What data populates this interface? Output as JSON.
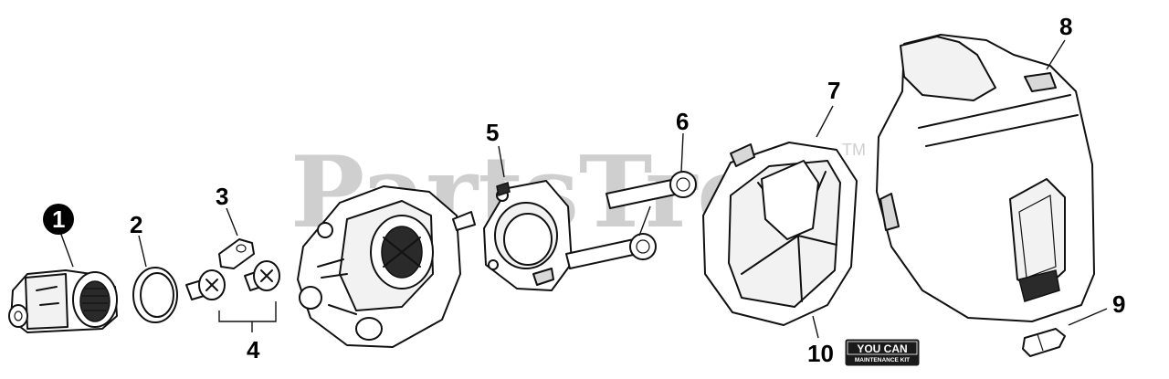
{
  "watermark": {
    "text": "PartsTree",
    "trademark": "TM"
  },
  "callouts": [
    {
      "id": "1",
      "style": "filled-circle"
    },
    {
      "id": "2"
    },
    {
      "id": "3"
    },
    {
      "id": "4"
    },
    {
      "id": "5"
    },
    {
      "id": "6"
    },
    {
      "id": "7"
    },
    {
      "id": "8"
    },
    {
      "id": "9"
    },
    {
      "id": "10"
    }
  ],
  "maintenance_kit_badge": {
    "top_text": "YOU CAN",
    "bottom_text": "MAINTENANCE KIT"
  },
  "colors": {
    "line": "#111111",
    "watermark": "#cfcfcf",
    "badge": "#1a1a1a"
  }
}
